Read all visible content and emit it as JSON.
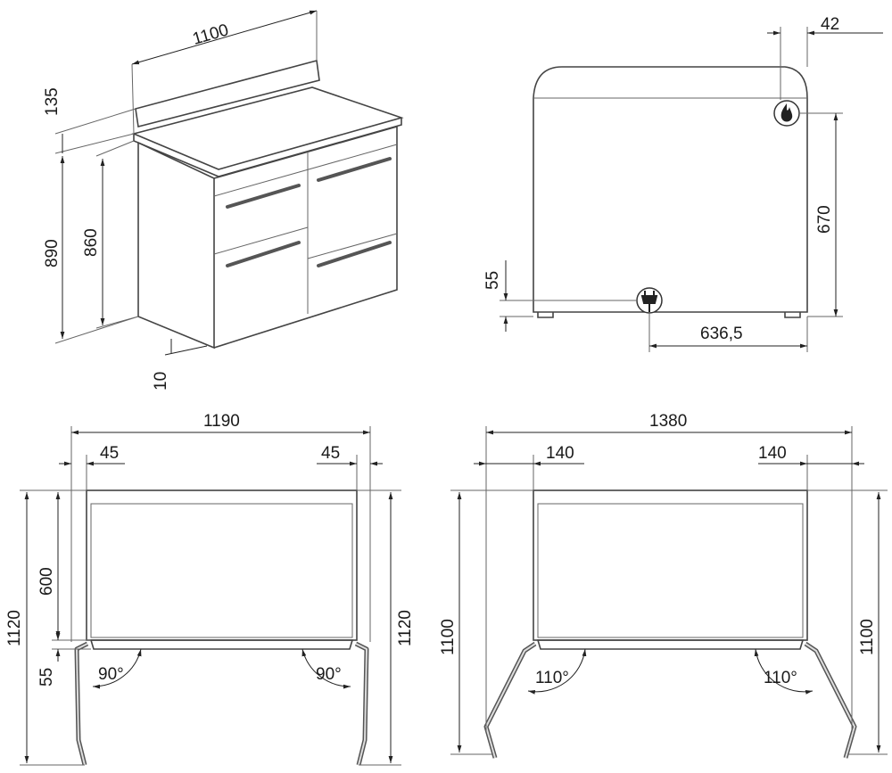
{
  "perspective_view": {
    "width": "1100",
    "backsplash_height": "135",
    "total_height": "890",
    "worktop_height": "860",
    "feet": "10"
  },
  "side_view": {
    "gas_offset": "42",
    "gas_height": "670",
    "electric_height": "55",
    "electric_offset": "636,5"
  },
  "top_view_90": {
    "width_open": "1190",
    "left_clearance": "45",
    "right_clearance": "45",
    "depth": "600",
    "depth_open_left": "1120",
    "depth_open_right": "1120",
    "door_gap": "55",
    "angle_left": "90°",
    "angle_right": "90°"
  },
  "top_view_110": {
    "width_open": "1380",
    "left_clearance": "140",
    "right_clearance": "140",
    "depth_open_left": "1100",
    "depth_open_right": "1100",
    "angle_left": "110°",
    "angle_right": "110°"
  },
  "icons": [
    "gas-flame-icon",
    "electric-plug-icon"
  ]
}
